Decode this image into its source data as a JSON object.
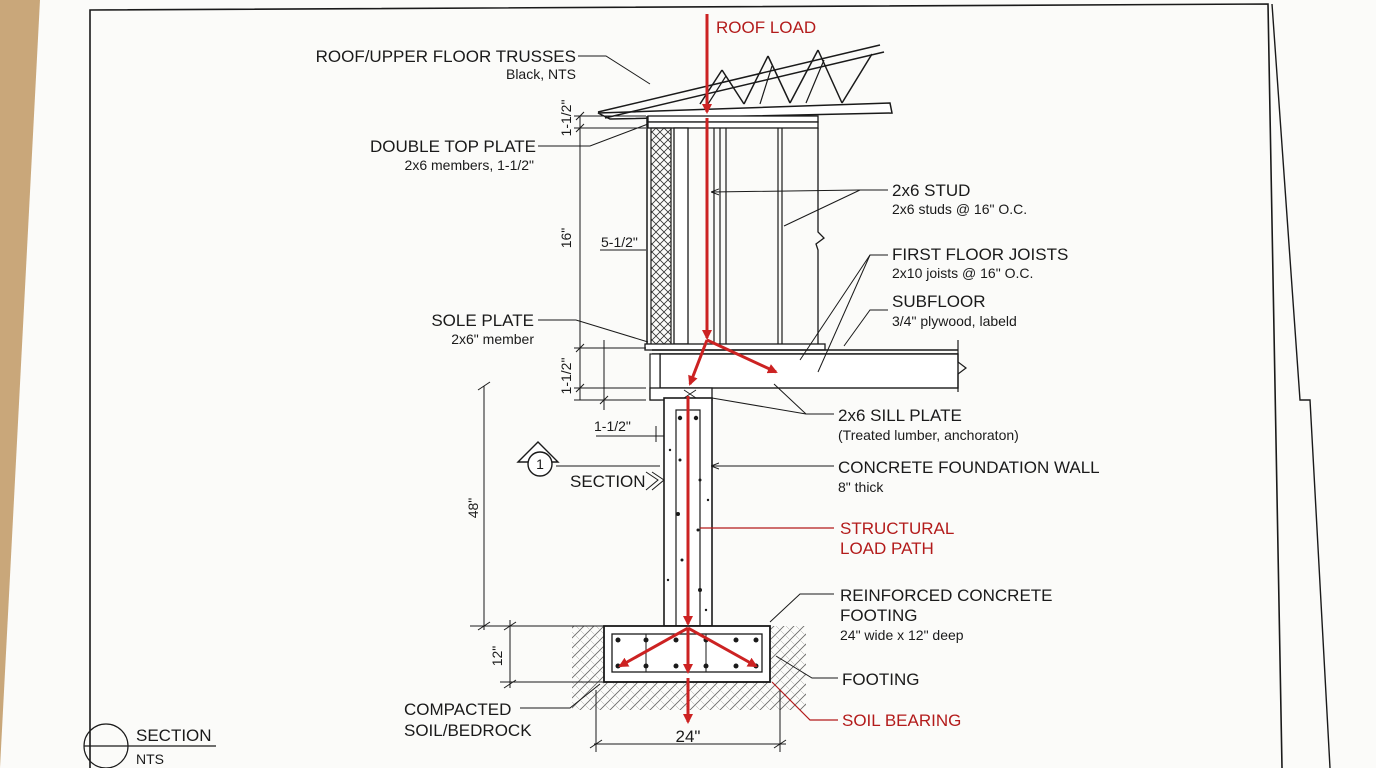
{
  "labels": {
    "roof_load": "ROOF LOAD",
    "trusses_title": "ROOF/UPPER FLOOR TRUSSES",
    "trusses_sub": "Black, NTS",
    "top_plate_title": "DOUBLE TOP PLATE",
    "top_plate_sub": "2x6 members, 1-1/2\"",
    "stud_title": "2x6 STUD",
    "stud_sub": "2x6 studs @ 16\" O.C.",
    "joists_title": "FIRST FLOOR JOISTS",
    "joists_sub": "2x10 joists @ 16\" O.C.",
    "subfloor_title": "SUBFLOOR",
    "subfloor_sub": "3/4\" plywood, labeld",
    "sole_plate_title": "SOLE PLATE",
    "sole_plate_sub": "2x6\" member",
    "sill_title": "2x6 SILL PLATE",
    "sill_sub": "(Treated lumber, anchoraton)",
    "foundation_title": "CONCRETE FOUNDATION WALL",
    "foundation_sub": "8\" thick",
    "load_path_1": "STRUCTURAL",
    "load_path_2": "LOAD PATH",
    "footing_title_1": "REINFORCED CONCRETE",
    "footing_title_2": "FOOTING",
    "footing_sub": "24\" wide x 12\" deep",
    "footing": "FOOTING",
    "soil_bearing": "SOIL BEARING",
    "soil_1": "COMPACTED",
    "soil_2": "SOIL/BEDROCK",
    "section_mark": "SECTION",
    "section_number": "1",
    "title_block_section": "SECTION",
    "title_block_scale": "NTS"
  },
  "dimensions": {
    "top_plate": "1-1/2\"",
    "wall_height": "16\"",
    "stud_depth": "5-1/2\"",
    "sole_plate": "1-1/2\"",
    "sill_plate": "1-1/2\"",
    "foundation_height": "48\"",
    "footing_depth": "12\"",
    "footing_width": "24\""
  },
  "colors": {
    "paper": "#fbfbf9",
    "ink": "#1a1a1a",
    "load_red": "#cc2222",
    "label_red": "#b31b1b",
    "table": "#c9a77a"
  }
}
